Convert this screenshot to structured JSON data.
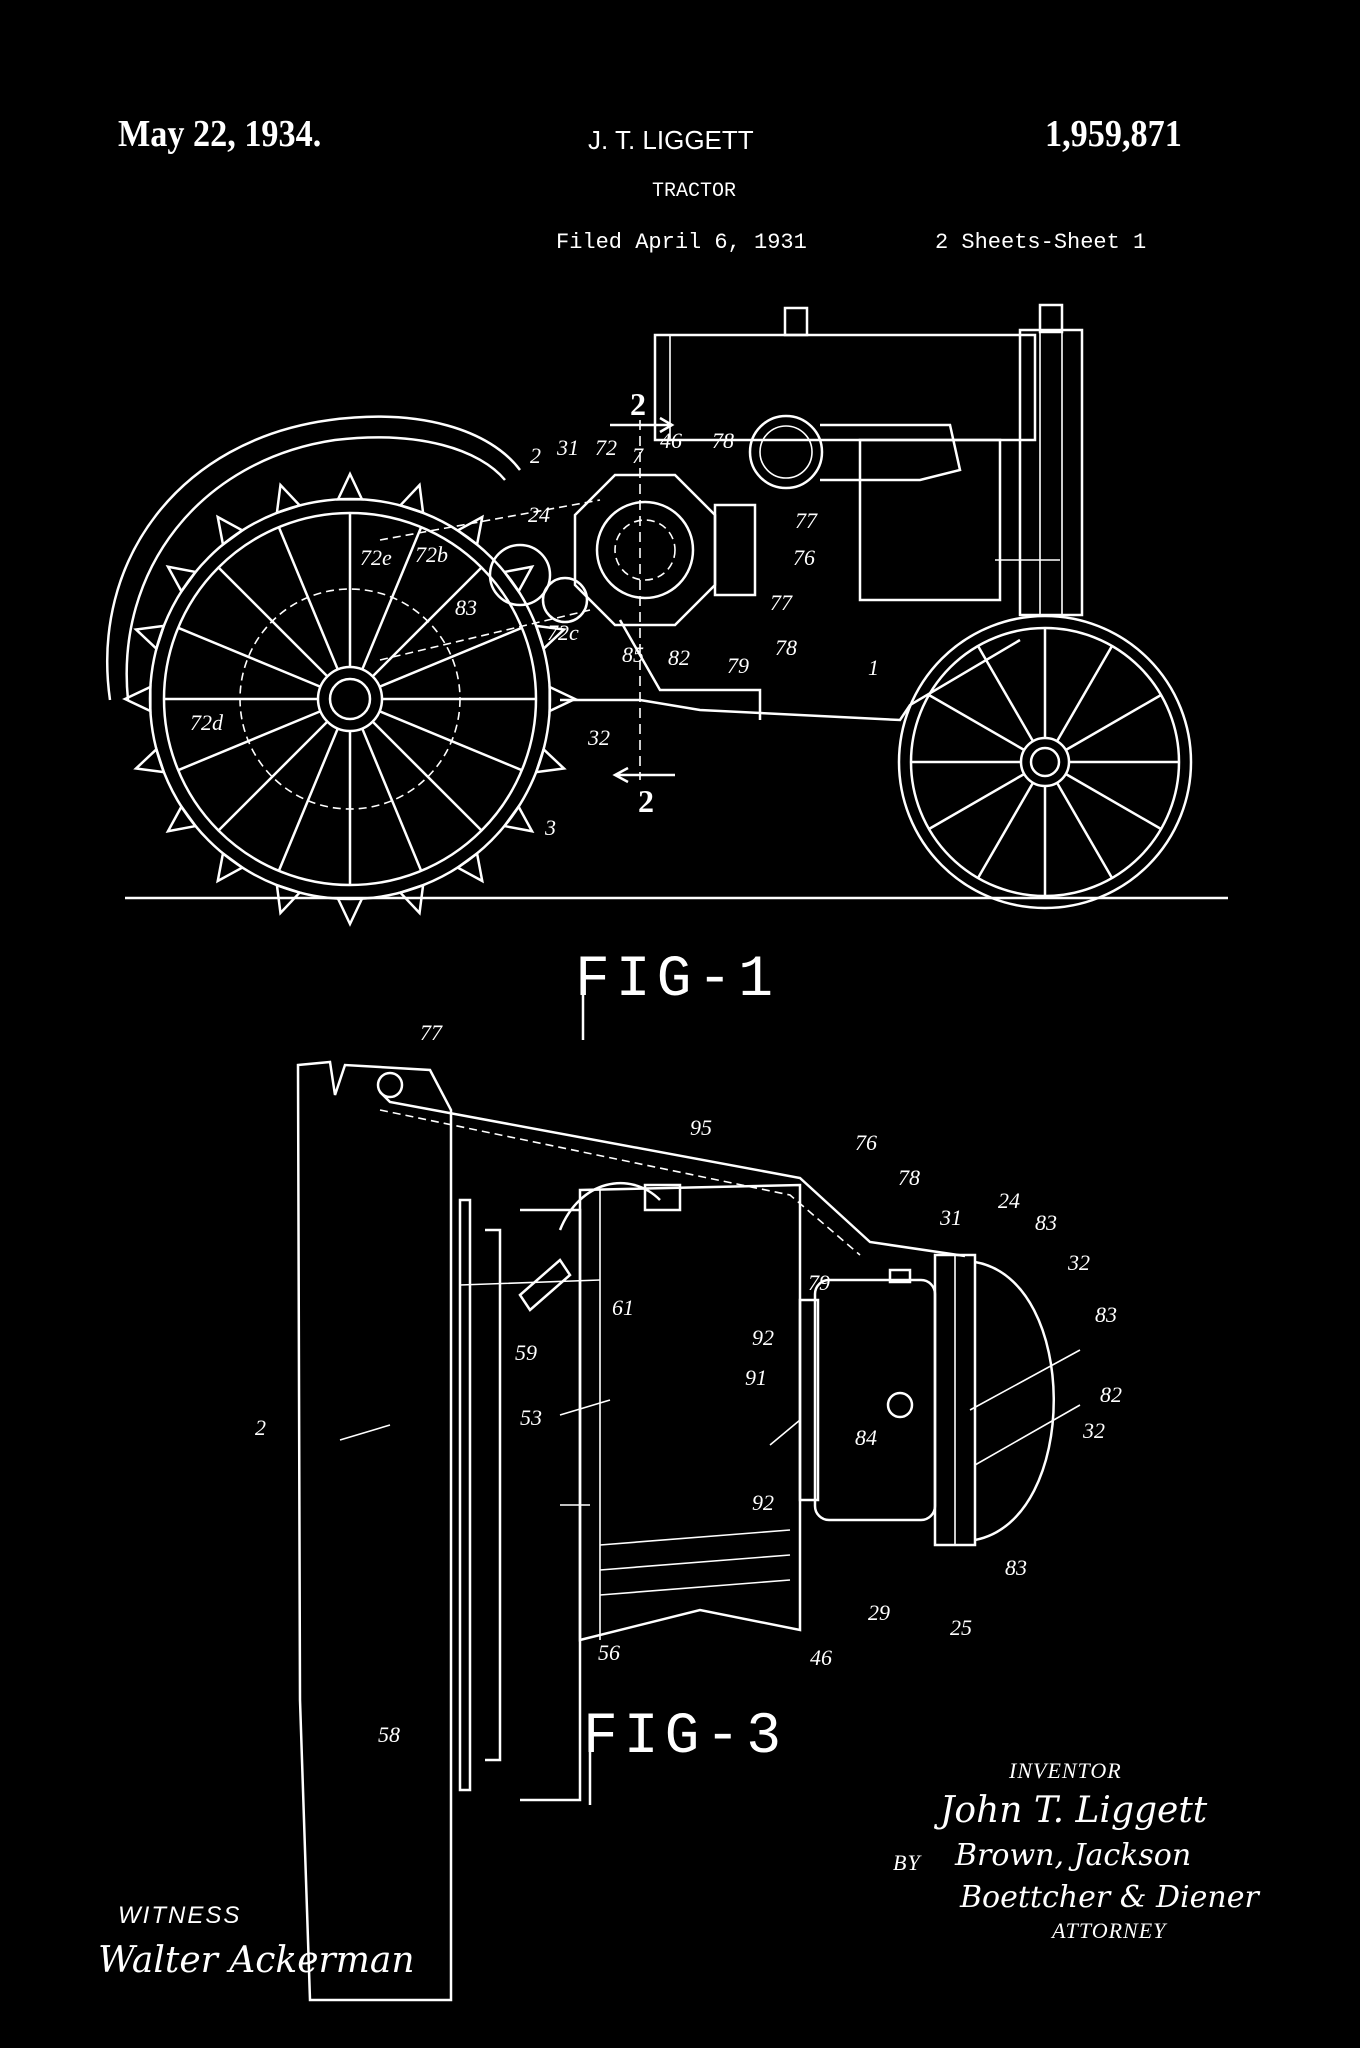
{
  "header": {
    "date": "May 22, 1934.",
    "inventor": "J. T. LIGGETT",
    "patent_number": "1,959,871",
    "title": "TRACTOR",
    "filed": "Filed April 6, 1931",
    "sheets": "2 Sheets-Sheet 1"
  },
  "figures": {
    "fig1": {
      "label": "FIG-1",
      "section_marks": [
        "2",
        "2"
      ],
      "reference_numerals": [
        "2",
        "31",
        "72",
        "7",
        "46",
        "78",
        "24",
        "77",
        "76",
        "77",
        "78",
        "72e",
        "72b",
        "83",
        "72c",
        "85",
        "82",
        "79",
        "1",
        "72d",
        "32",
        "3"
      ]
    },
    "fig3": {
      "label": "FIG-3",
      "reference_numerals": [
        "77",
        "95",
        "76",
        "78",
        "31",
        "24",
        "83",
        "32",
        "79",
        "61",
        "92",
        "59",
        "83",
        "91",
        "82",
        "2",
        "53",
        "84",
        "32",
        "92",
        "83",
        "29",
        "25",
        "56",
        "46",
        "58"
      ]
    }
  },
  "signatures": {
    "inventor_label": "INVENTOR",
    "inventor_signature": "John T. Liggett",
    "by": "BY",
    "attorney_signature_1": "Brown, Jackson",
    "attorney_signature_2": "Boettcher & Diener",
    "attorney_label": "ATTORNEY",
    "witness_label": "WITNESS",
    "witness_signature": "Walter Ackerman"
  },
  "colors": {
    "background": "#000000",
    "ink": "#ffffff"
  }
}
